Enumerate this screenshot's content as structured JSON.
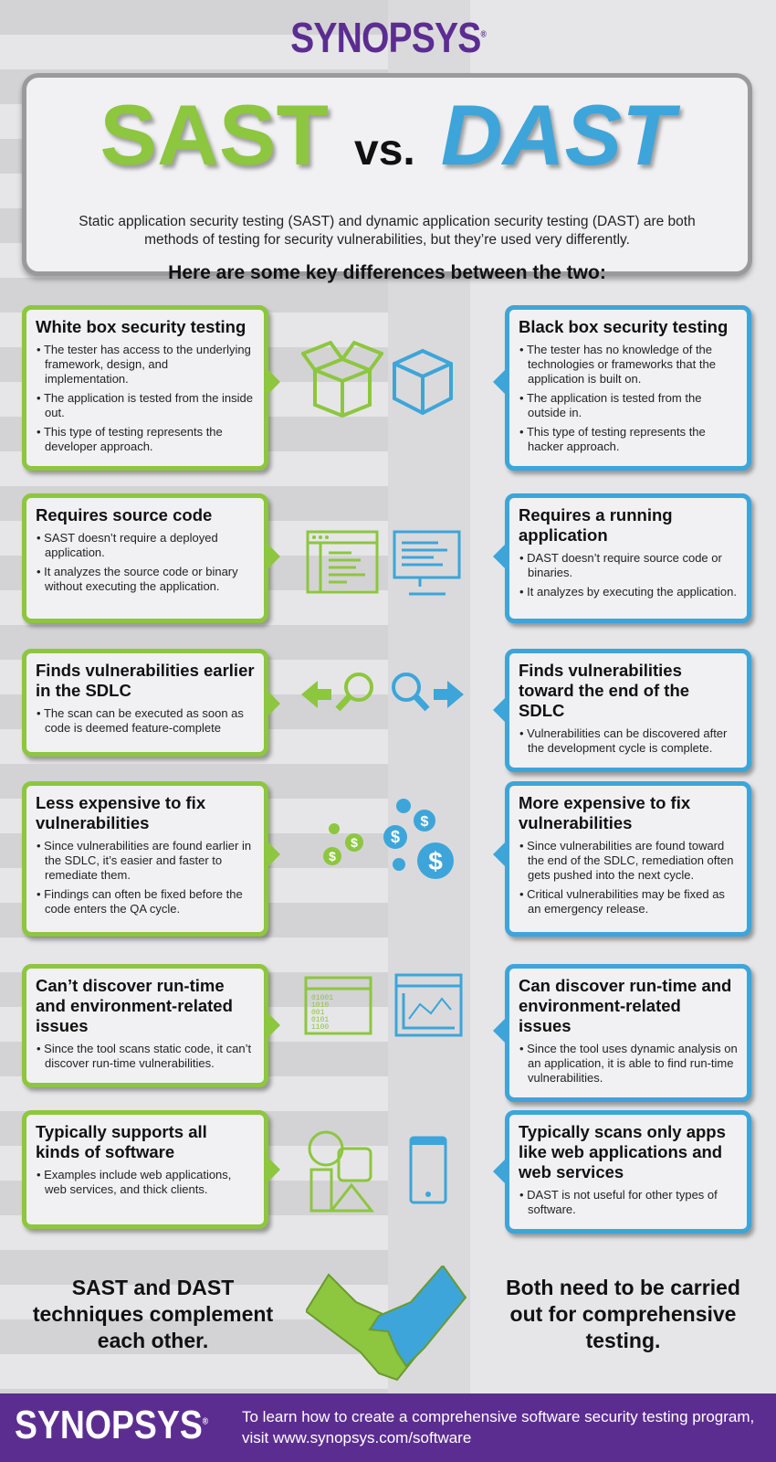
{
  "brand": "SYNOPSYS",
  "header": {
    "sast": "SAST",
    "vs": "vs.",
    "dast": "DAST",
    "intro": "Static application security testing (SAST) and dynamic application security testing (DAST) are both methods of testing for security vulnerabilities, but they’re used very differently.",
    "subheading": "Here are some key differences between the two:"
  },
  "rows": [
    {
      "sast": {
        "title": "White box security testing",
        "bullets": [
          "The tester has access to the underlying framework, design, and implementation.",
          "The application is tested from the inside out.",
          "This type of testing represents the developer approach."
        ]
      },
      "dast": {
        "title": "Black box security testing",
        "bullets": [
          "The tester has no knowledge of the technologies or frameworks that the application is built on.",
          "The application is tested from the outside in.",
          "This type of testing represents the hacker approach."
        ]
      }
    },
    {
      "sast": {
        "title": "Requires source code",
        "bullets": [
          "SAST doesn’t require a deployed application.",
          "It analyzes the source code or binary without executing the application."
        ]
      },
      "dast": {
        "title": "Requires a running application",
        "bullets": [
          "DAST doesn’t require source code or binaries.",
          "It analyzes by executing the application."
        ]
      }
    },
    {
      "sast": {
        "title": "Finds vulnerabilities earlier in the SDLC",
        "bullets": [
          "The scan can be executed as soon as code is deemed feature-complete"
        ]
      },
      "dast": {
        "title": "Finds vulnerabilities toward the end of the SDLC",
        "bullets": [
          "Vulnerabilities can be discovered after the development cycle is complete."
        ]
      }
    },
    {
      "sast": {
        "title": "Less expensive to fix vulnerabilities",
        "bullets": [
          "Since vulnerabilities are found earlier in the SDLC, it’s easier and faster to remediate them.",
          "Findings can often be fixed before the code enters the QA cycle."
        ]
      },
      "dast": {
        "title": "More expensive to fix vulnerabilities",
        "bullets": [
          "Since vulnerabilities are found toward the end of the SDLC, remediation often gets pushed into the next cycle.",
          "Critical vulnerabilities may be fixed as an emergency release."
        ]
      }
    },
    {
      "sast": {
        "title": "Can’t discover run-time and environment-related issues",
        "bullets": [
          "Since the tool scans static code, it can’t discover run-time vulnerabilities."
        ]
      },
      "dast": {
        "title": "Can discover run-time and environment-related issues",
        "bullets": [
          "Since the tool uses dynamic analysis on an application, it is able to find run-time vulnerabilities."
        ]
      }
    },
    {
      "sast": {
        "title": "Typically supports all kinds of software",
        "bullets": [
          "Examples include web applications, web services, and thick clients."
        ]
      },
      "dast": {
        "title": "Typically scans only apps like web applications and web services",
        "bullets": [
          "DAST is not useful for other types of software."
        ]
      }
    }
  ],
  "binary_text": [
    "01001",
    "1010",
    "001",
    "0101",
    "1100"
  ],
  "closing": {
    "left": "SAST and DAST techniques complement each other.",
    "right": "Both need to be carried out for comprehensive testing."
  },
  "footer": {
    "brand": "SYNOPSYS",
    "text": "To learn how to create a comprehensive software security testing program, visit www.synopsys.com/software"
  },
  "colors": {
    "green": "#8dc63f",
    "blue": "#3da5d9",
    "purple": "#5c2d91"
  }
}
